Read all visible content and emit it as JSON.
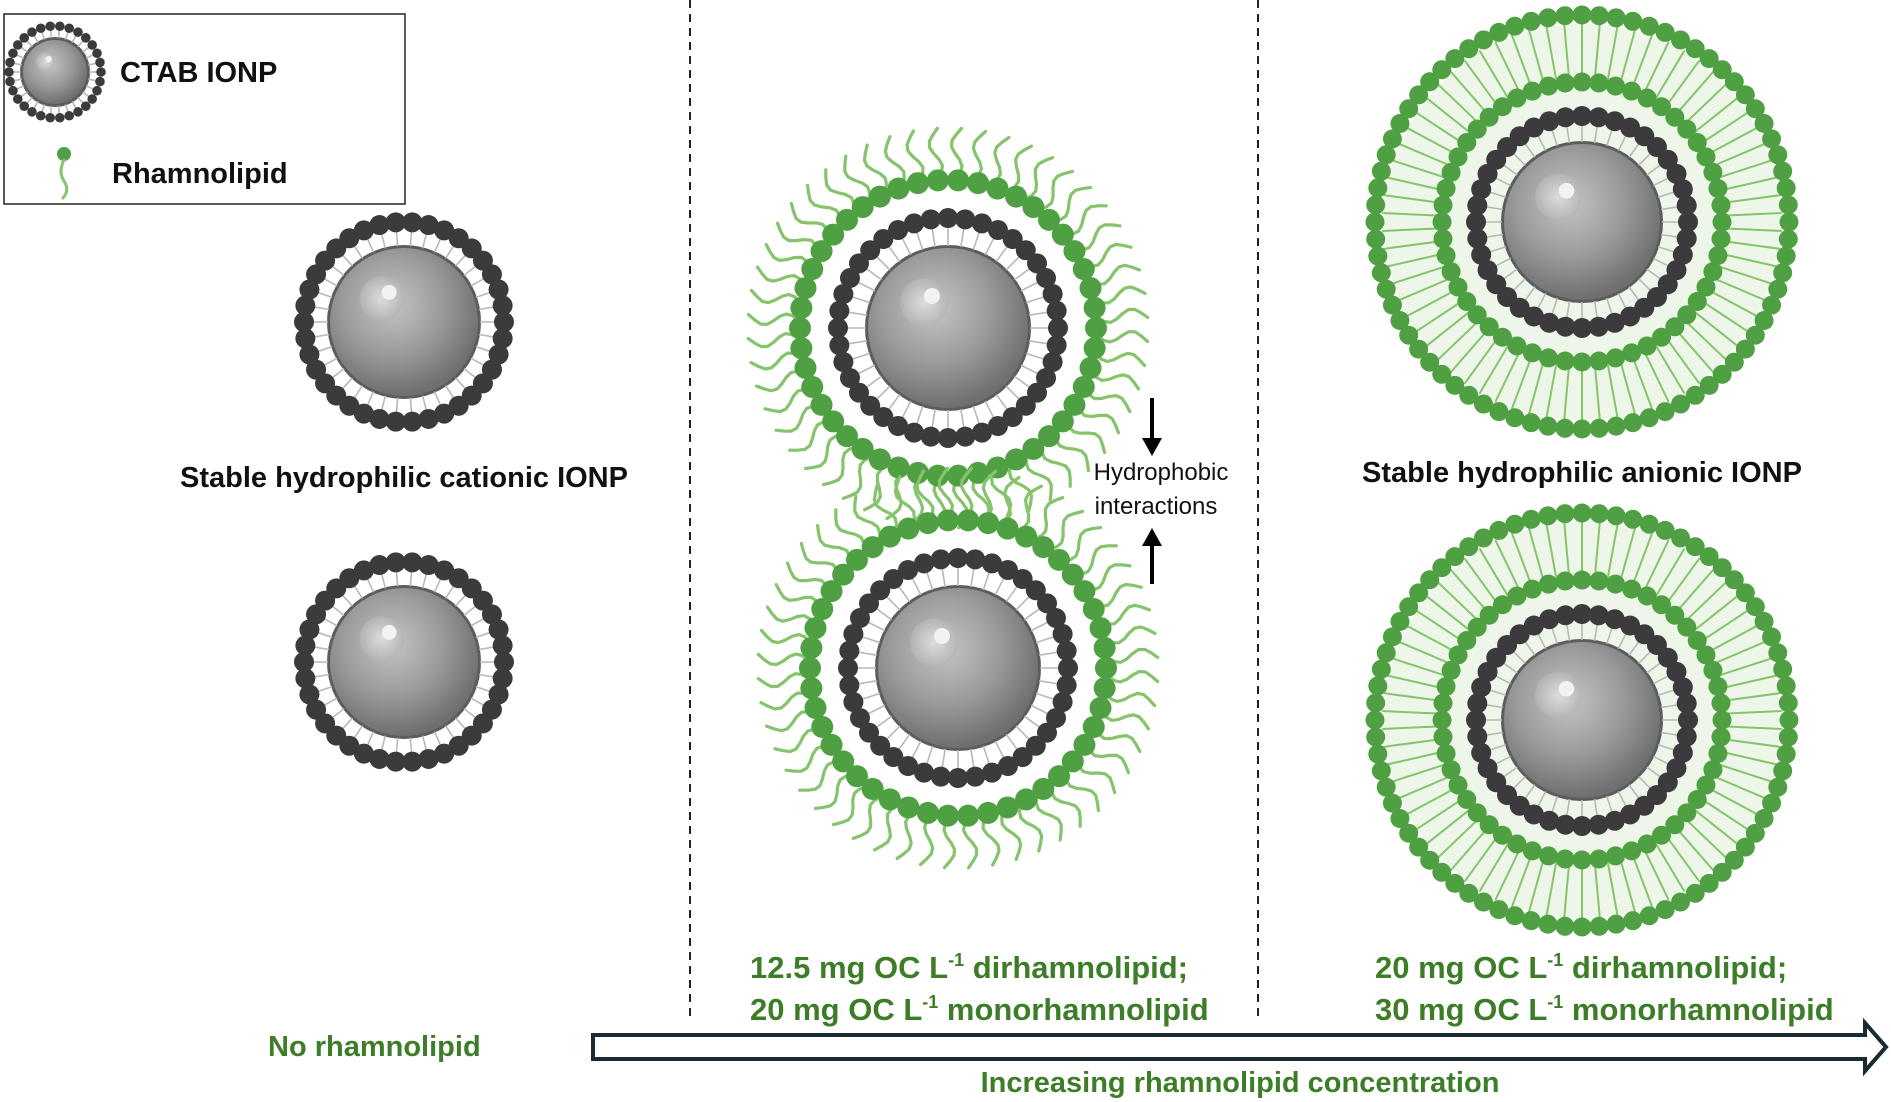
{
  "legend": {
    "ctab_label": "CTAB IONP",
    "rhamnolipid_label": "Rhamnolipid"
  },
  "panel_left": {
    "caption": "Stable hydrophilic cationic IONP",
    "condition": "No rhamnolipid"
  },
  "panel_middle": {
    "interaction_line1": "Hydrophobic",
    "interaction_line2": "interactions",
    "condition_line1": {
      "value": "12.5 mg OC L",
      "sup": "-1",
      "rest": " dirhamnolipid;"
    },
    "condition_line2": {
      "value": "20 mg OC L",
      "sup": "-1",
      "rest": " monorhamnolipid"
    }
  },
  "panel_right": {
    "caption": "Stable hydrophilic anionic IONP",
    "condition_line1": {
      "value": "20 mg OC L",
      "sup": "-1",
      "rest": " dirhamnolipid;"
    },
    "condition_line2": {
      "value": "30 mg OC L",
      "sup": "-1",
      "rest": " monorhamnolipid"
    }
  },
  "axis": {
    "arrow_label": "Increasing rhamnolipid concentration"
  },
  "colors": {
    "green_text": "#3d7d28",
    "rhamno_head": "#4fa043",
    "rhamno_tail": "#86c46c",
    "ctab_head": "#3d3a3d",
    "core": "#8d8d8d",
    "arrow_stroke": "#1a2b33"
  }
}
